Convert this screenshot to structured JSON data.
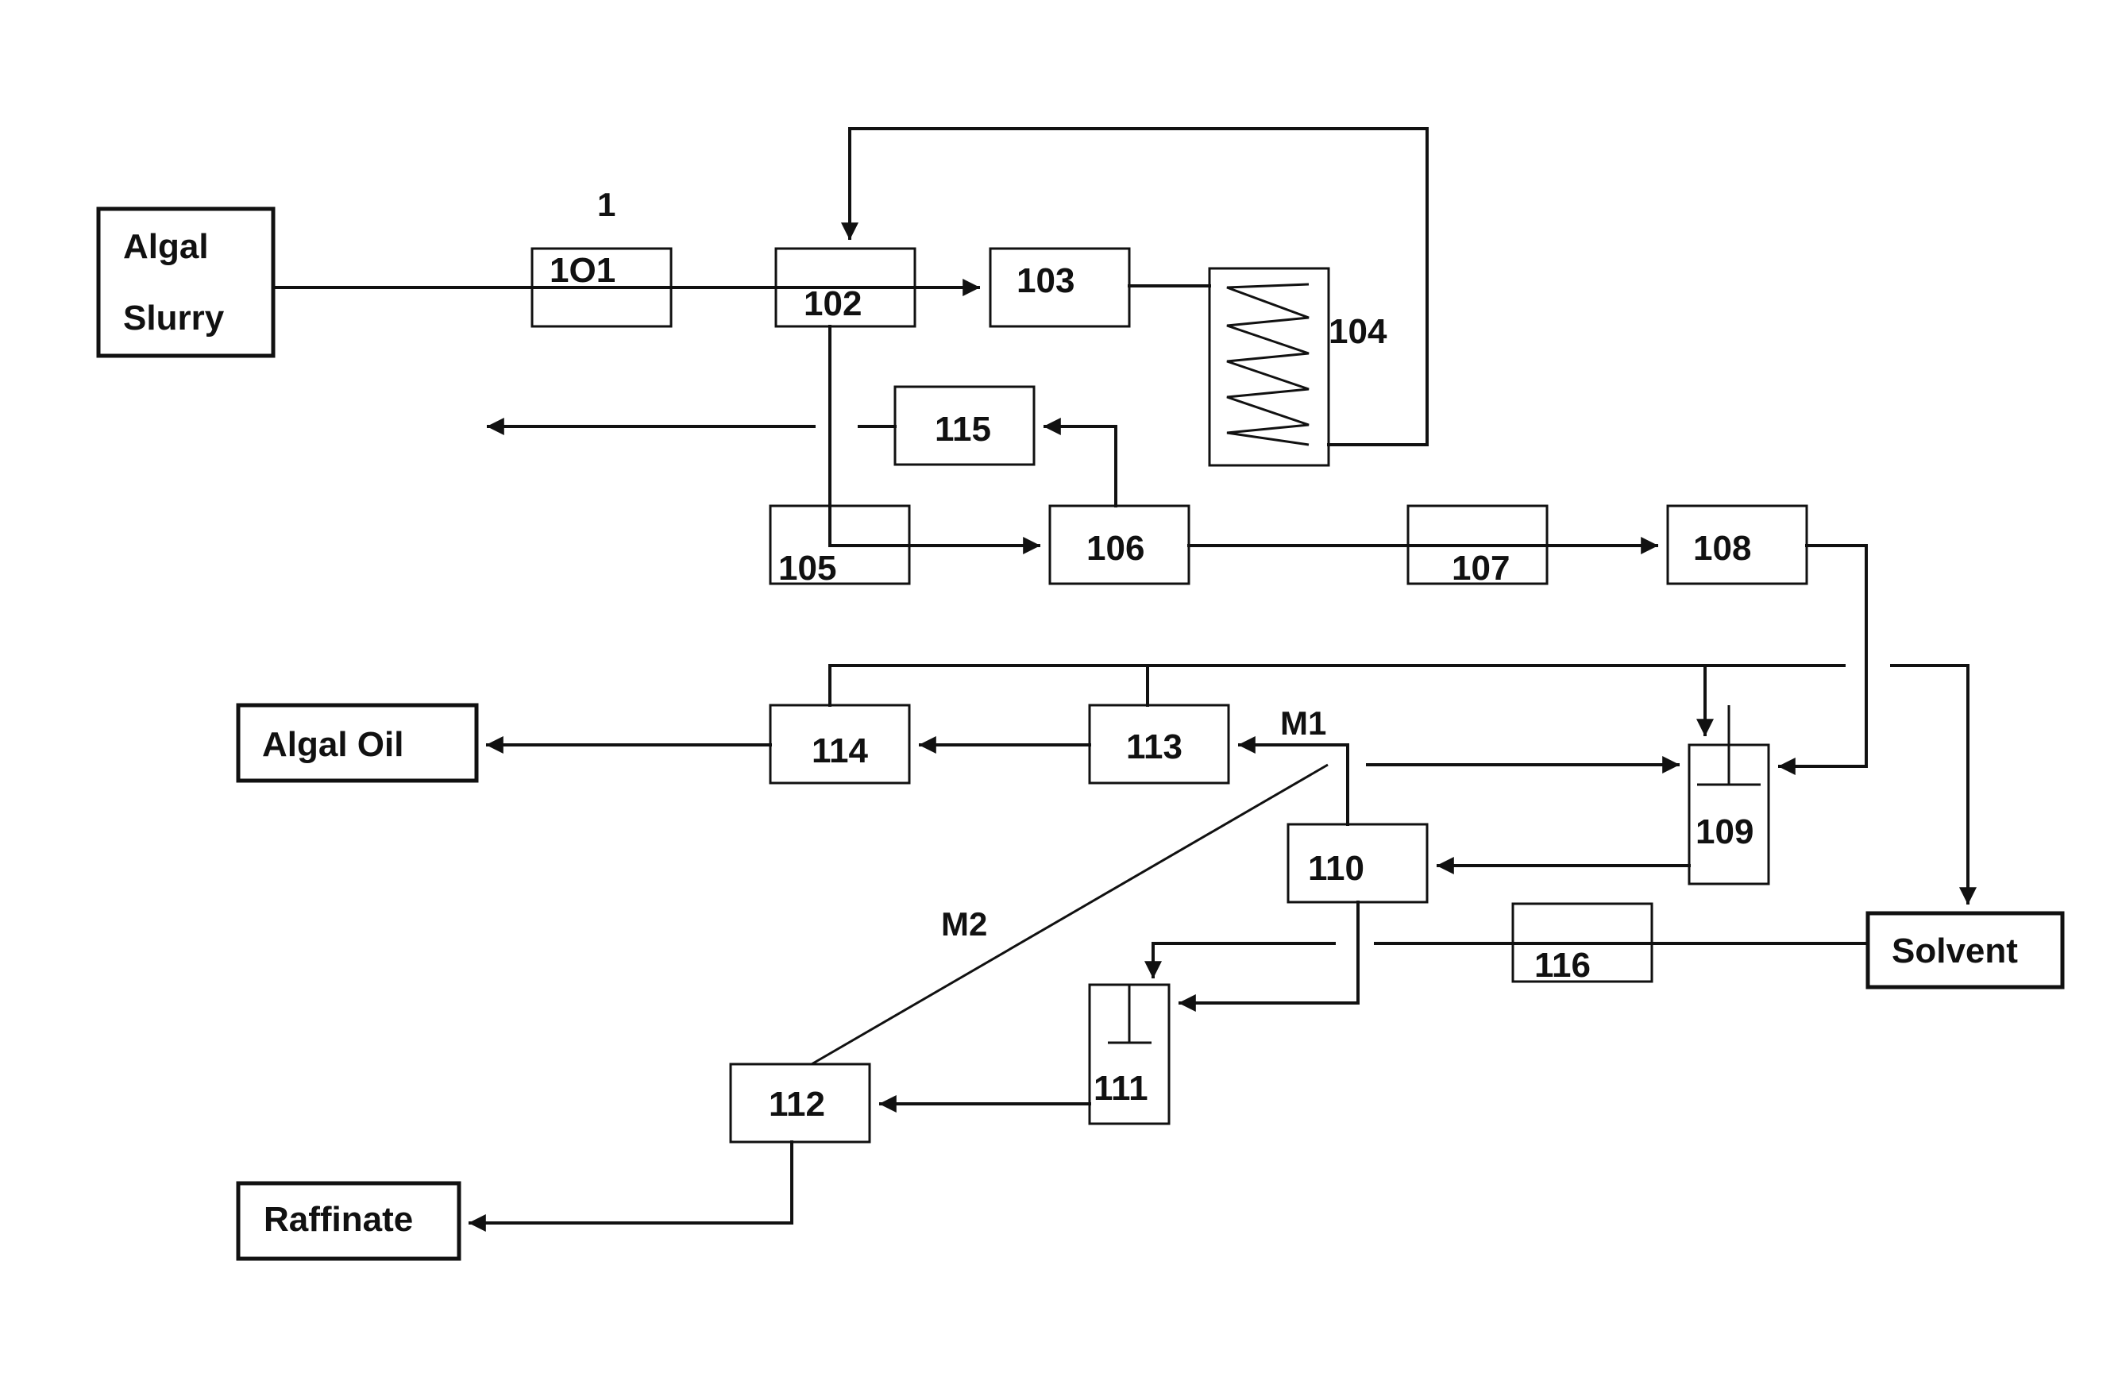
{
  "labels": {
    "algal_slurry_1": "Algal",
    "algal_slurry_2": "Slurry",
    "label_1": "1",
    "b101": "1O1",
    "b102": "102",
    "b103": "103",
    "b104": "104",
    "b105": "105",
    "b106": "106",
    "b107": "107",
    "b108": "108",
    "b109": "109",
    "b110": "110",
    "b111": "111",
    "b112": "112",
    "b113": "113",
    "b114": "114",
    "b115": "115",
    "b116": "116",
    "m1": "M1",
    "m2": "M2",
    "algal_oil": "Algal Oil",
    "raffinate": "Raffinate",
    "solvent": "Solvent"
  }
}
